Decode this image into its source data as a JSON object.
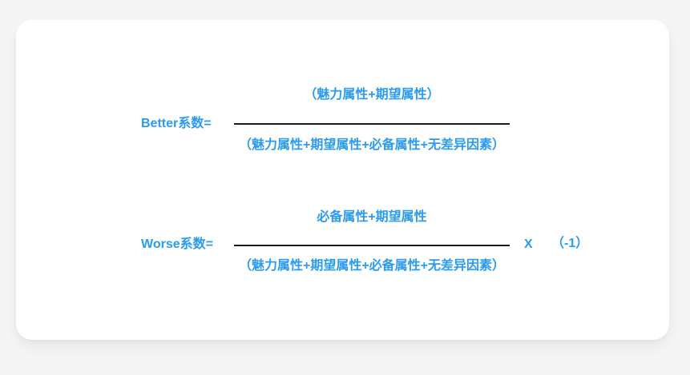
{
  "page": {
    "background_color": "#f5f5f6",
    "card_color": "#ffffff",
    "accent_color": "#2b9bf0",
    "fraction_line_color": "#1b1b1b"
  },
  "formulas": [
    {
      "label": "Better系数=",
      "numerator": "（魅力属性+期望属性）",
      "denominator": "（魅力属性+期望属性+必备属性+无差异因素）"
    },
    {
      "label": "Worse系数=",
      "numerator": "必备属性+期望属性",
      "denominator": "（魅力属性+期望属性+必备属性+无差异因素）",
      "multiply_sign": "X",
      "multiply_factor": "（-1）"
    }
  ]
}
